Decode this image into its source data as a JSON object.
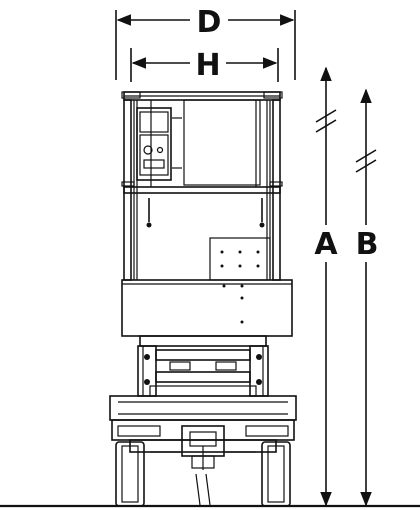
{
  "dimensions": {
    "width_overall": "D",
    "width_platform": "H",
    "height_overall": "A",
    "height_stowed": "B"
  },
  "colors": {
    "line": "#111111",
    "background": "#ffffff"
  }
}
